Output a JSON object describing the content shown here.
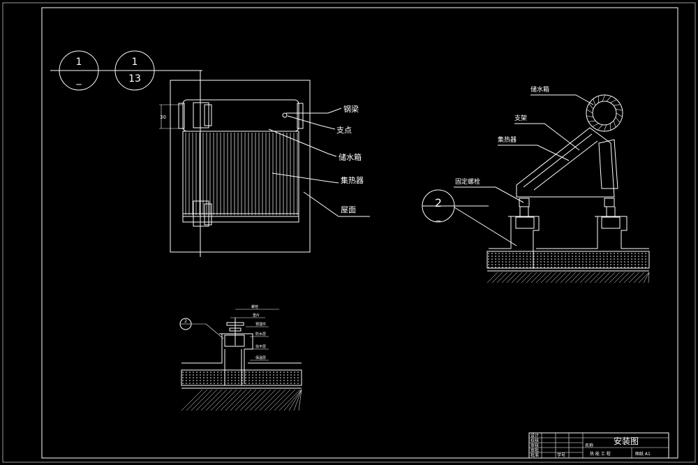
{
  "drawing": {
    "title": "安装图",
    "scale_note": "图纸 A1",
    "project": "热 能 工 程"
  },
  "title_block": {
    "rows": [
      "设计",
      "校核",
      "审核",
      "审批",
      "批准"
    ],
    "number_label": "学号",
    "name_label": "名称"
  },
  "markers": {
    "m1_top": "1",
    "m1_bottom": "_",
    "m2_top": "1",
    "m2_bottom": "13",
    "m3_top": "2",
    "m3_bottom": "_"
  },
  "plan_labels": {
    "steel_beam": "钢梁",
    "support_point": "支点",
    "tank": "储水箱",
    "collector": "集热器",
    "roof": "屋面",
    "dim_small": "30"
  },
  "side_labels": {
    "tank": "储水箱",
    "bracket": "支架",
    "collector": "集热器",
    "anchor_bolt": "固定螺栓"
  },
  "detail_labels": {
    "l1": "螺栓",
    "l2": "垫片",
    "l3": "预埋件",
    "l4": "防水层",
    "l5": "找平层",
    "l6": "保温层",
    "marker_top": "2",
    "marker_bottom": "_"
  }
}
